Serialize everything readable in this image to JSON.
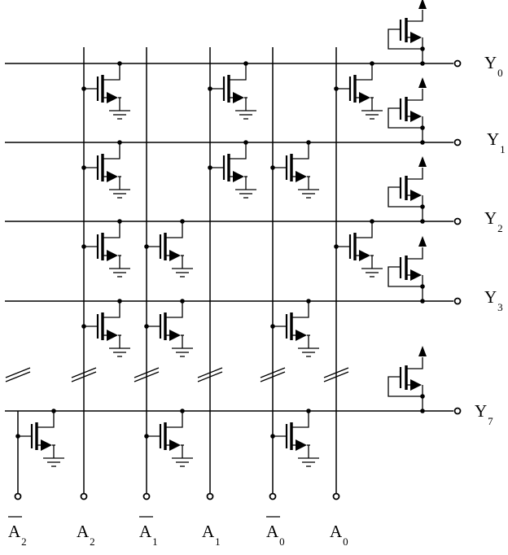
{
  "diagram": {
    "type": "nmos-address-decoder-matrix",
    "outputs": [
      {
        "base": "Y",
        "sub": "0"
      },
      {
        "base": "Y",
        "sub": "1"
      },
      {
        "base": "Y",
        "sub": "2"
      },
      {
        "base": "Y",
        "sub": "3"
      },
      {
        "base": "Y",
        "sub": "7"
      }
    ],
    "inputs": [
      {
        "base": "A",
        "sub": "2",
        "bar": true
      },
      {
        "base": "A",
        "sub": "2",
        "bar": false
      },
      {
        "base": "A",
        "sub": "1",
        "bar": true
      },
      {
        "base": "A",
        "sub": "1",
        "bar": false
      },
      {
        "base": "A",
        "sub": "0",
        "bar": true
      },
      {
        "base": "A",
        "sub": "0",
        "bar": false
      }
    ],
    "transistors_per_row": [
      [
        1,
        3,
        5
      ],
      [
        1,
        3,
        4
      ],
      [
        1,
        2,
        5
      ],
      [
        1,
        2,
        4
      ],
      [
        0,
        2,
        4
      ]
    ]
  }
}
